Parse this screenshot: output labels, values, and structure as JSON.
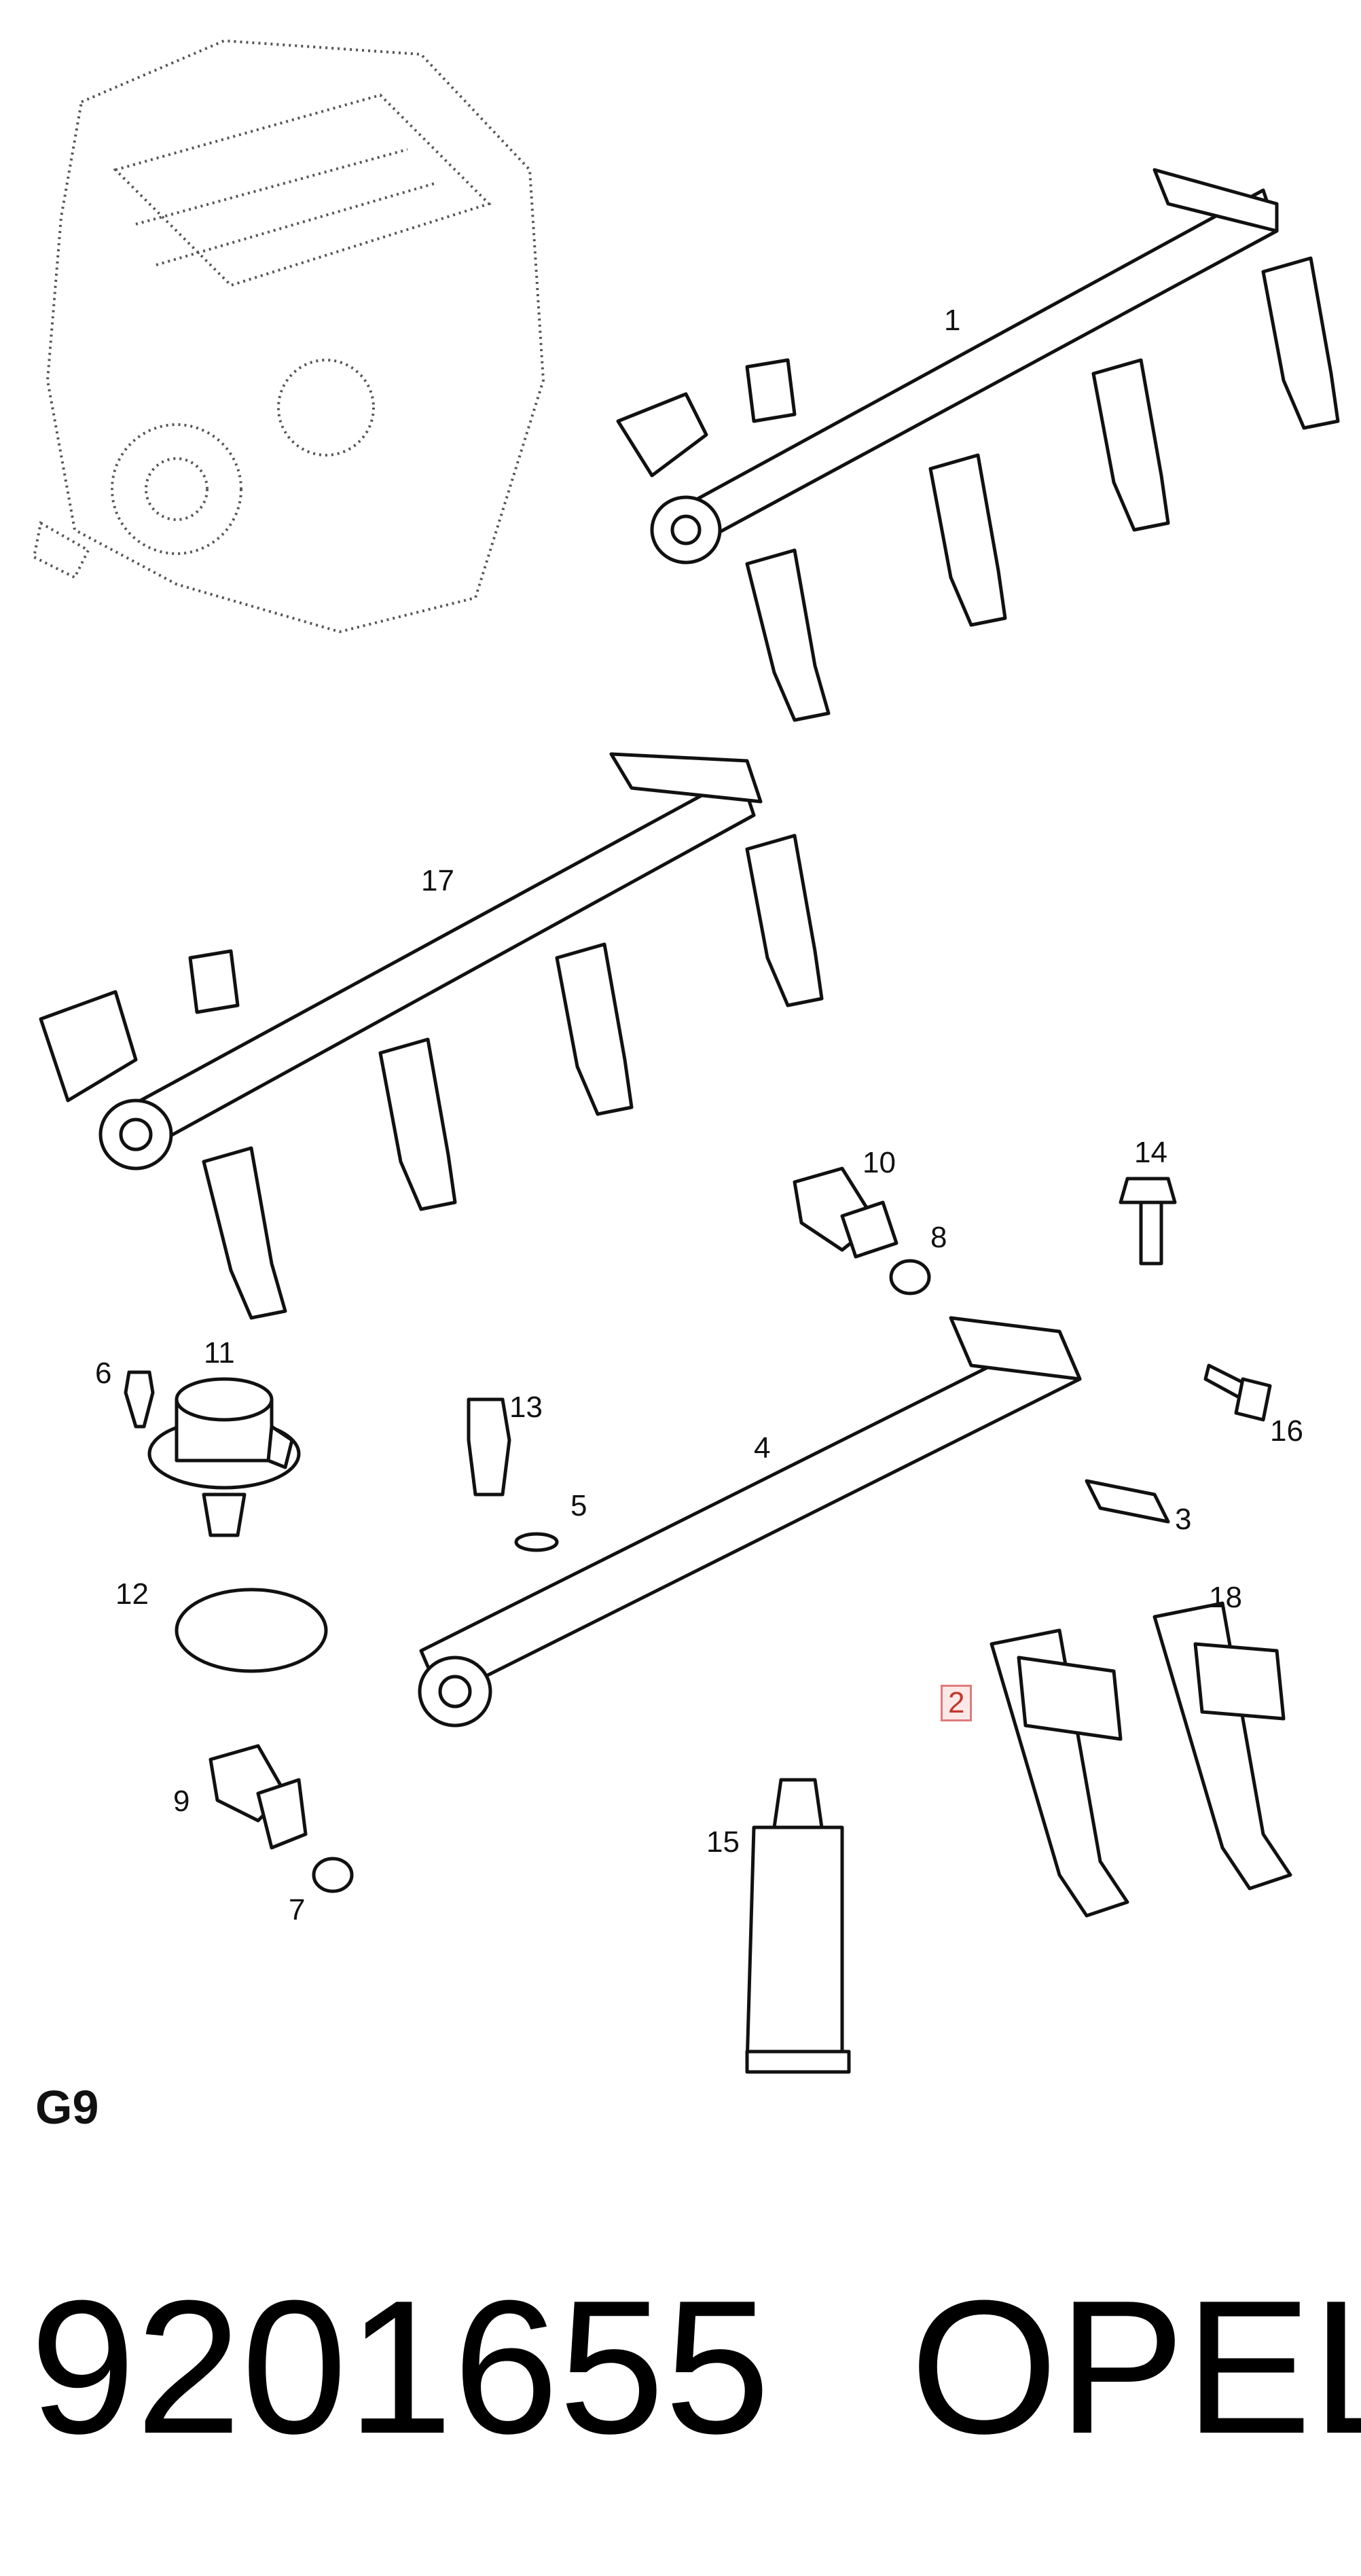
{
  "diagram": {
    "section_code": "G9",
    "callouts": [
      {
        "id": "1",
        "text": "1"
      },
      {
        "id": "17",
        "text": "17"
      },
      {
        "id": "10",
        "text": "10"
      },
      {
        "id": "8",
        "text": "8"
      },
      {
        "id": "14",
        "text": "14"
      },
      {
        "id": "11",
        "text": "11"
      },
      {
        "id": "6",
        "text": "6"
      },
      {
        "id": "13",
        "text": "13"
      },
      {
        "id": "5",
        "text": "5"
      },
      {
        "id": "4",
        "text": "4"
      },
      {
        "id": "16",
        "text": "16"
      },
      {
        "id": "3",
        "text": "3"
      },
      {
        "id": "12",
        "text": "12"
      },
      {
        "id": "18",
        "text": "18"
      },
      {
        "id": "2",
        "text": "2",
        "highlighted": true
      },
      {
        "id": "9",
        "text": "9"
      },
      {
        "id": "15",
        "text": "15"
      },
      {
        "id": "7",
        "text": "7"
      }
    ],
    "highlight_color": "#e07a7a"
  },
  "footer": {
    "part_number": "9201655",
    "brand": "OPEL"
  }
}
